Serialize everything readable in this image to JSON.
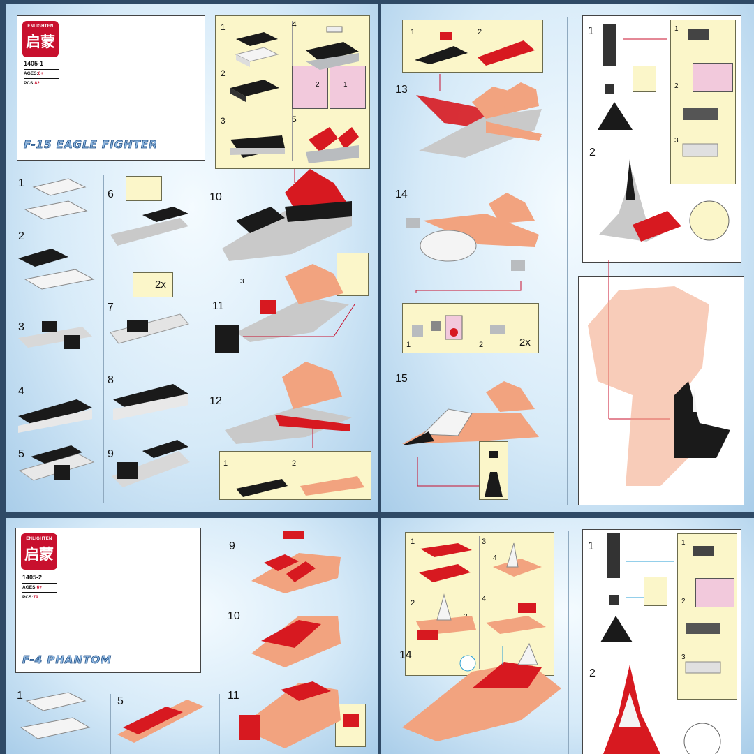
{
  "brand": {
    "latin": "ENLIGHTEN",
    "chinese": "启蒙"
  },
  "booklets": [
    {
      "code": "1405-1",
      "ages_label": "AGES:",
      "ages_value": "6+",
      "pcs_label": "PCS:",
      "pcs_value": "82",
      "model": "F-15 EAGLE FIGHTER"
    },
    {
      "code": "1405-2",
      "ages_label": "AGES:",
      "ages_value": "6+",
      "pcs_label": "PCS:",
      "pcs_value": "79",
      "model": "F-4 PHANTOM"
    }
  ],
  "steps": {
    "s1": "1",
    "s2": "2",
    "s3": "3",
    "s4": "4",
    "s5": "5",
    "s6": "6",
    "s7": "7",
    "s8": "8",
    "s9": "9",
    "s10": "10",
    "s11": "11",
    "s12": "12",
    "s13": "13",
    "s14": "14",
    "s15": "15"
  },
  "labels": {
    "times2": "2x",
    "arrow3": "3",
    "arrow2": "2",
    "arrow1": "1",
    "arrow4": "4"
  },
  "colors": {
    "red": "#d71920",
    "black": "#1a1a1a",
    "gray": "#b9bcbf",
    "white": "#f4f4f4",
    "tan": "#f2a37f",
    "yellow_panel": "#fbf6c9",
    "pink_panel": "#f2c9dc",
    "arrow": "#c8102e",
    "blue_arrow": "#2a9fd6"
  }
}
